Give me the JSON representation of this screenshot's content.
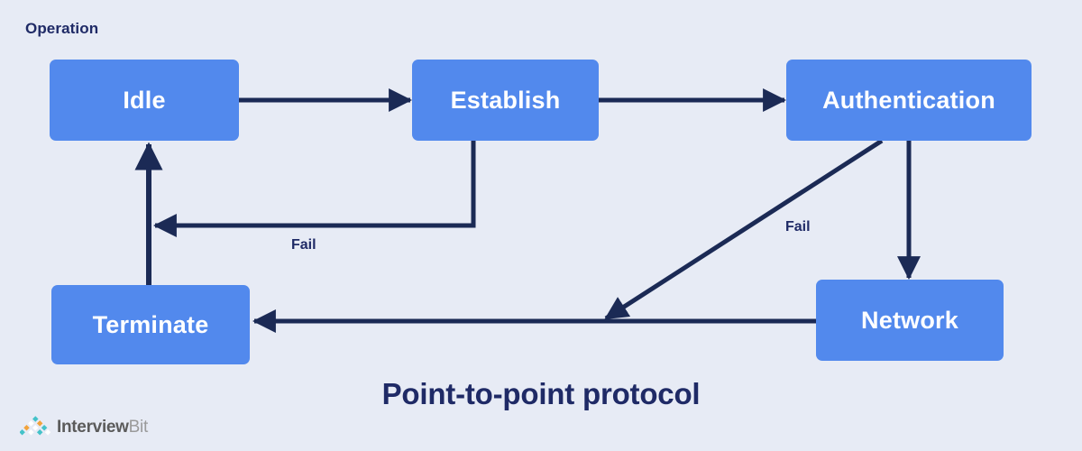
{
  "diagram": {
    "title": "Point-to-point protocol",
    "caption": "Operation",
    "background_color": "#e7ebf5",
    "node_color": "#5289ed",
    "node_text_color": "#ffffff",
    "edge_color": "#1b2a55",
    "text_color": "#1f2a66",
    "type": "state-transition-diagram"
  },
  "nodes": [
    {
      "id": "idle",
      "label": "Idle"
    },
    {
      "id": "establish",
      "label": "Establish"
    },
    {
      "id": "authentication",
      "label": "Authentication"
    },
    {
      "id": "terminate",
      "label": "Terminate"
    },
    {
      "id": "network",
      "label": "Network"
    }
  ],
  "edges": [
    {
      "from": "idle",
      "to": "establish",
      "label": ""
    },
    {
      "from": "establish",
      "to": "authentication",
      "label": ""
    },
    {
      "from": "establish",
      "to": "idle",
      "label": "Fail"
    },
    {
      "from": "authentication",
      "to": "network",
      "label": ""
    },
    {
      "from": "authentication",
      "to": "terminate",
      "label": "Fail"
    },
    {
      "from": "network",
      "to": "terminate",
      "label": ""
    },
    {
      "from": "terminate",
      "to": "idle",
      "label": ""
    }
  ],
  "edge_labels": {
    "establish_fail": "Fail",
    "authentication_fail": "Fail"
  },
  "brand": {
    "name_bold": "Interview",
    "name_light": "Bit",
    "mark_colors": [
      "#44c2c9",
      "#f2a33c",
      "#ffffff"
    ]
  }
}
